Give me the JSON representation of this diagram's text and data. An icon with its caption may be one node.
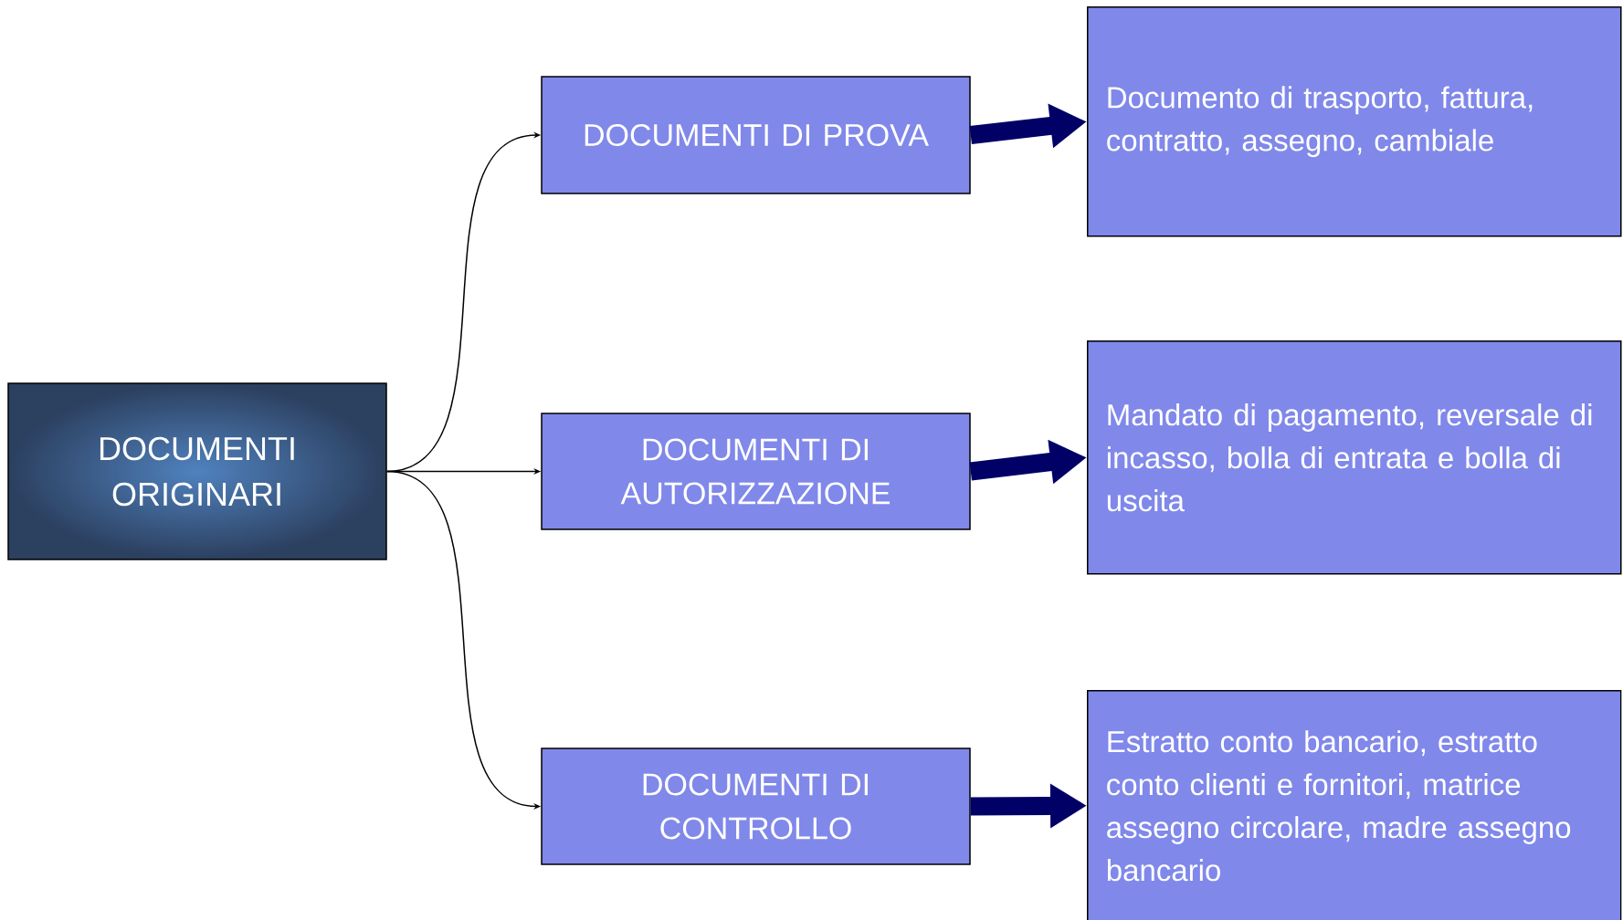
{
  "diagram": {
    "nodes": [
      {
        "text": [
          "DOCUMENTI ORIGINARI"
        ]
      },
      {
        "text": [
          "DOCUMENTI DI PROVA"
        ]
      },
      {
        "text": [
          "DOCUMENTI DI AUTORIZZAZIONE"
        ]
      },
      {
        "text": [
          "DOCUMENTI DI CONTROLLO"
        ]
      },
      {
        "text": [
          "Documento di trasporto, fattura, contratto, assegno, cambiale"
        ]
      },
      {
        "text": [
          "Mandato di pagamento, reversale di incasso, bolla di entrata e bolla di uscita"
        ]
      },
      {
        "text": [
          "Estratto conto bancario, estratto conto clienti e fornitori, matrice assegno circolare, madre assegno bancario"
        ]
      }
    ],
    "edges": [
      {
        "from": 0,
        "to": 1,
        "arrow": "to"
      },
      {
        "from": 0,
        "to": 2,
        "arrow": "to"
      },
      {
        "from": 0,
        "to": 3,
        "arrow": "to"
      },
      {
        "from": 1,
        "to": 4,
        "arrow": "to",
        "style": "thick",
        "color": "#000066"
      },
      {
        "from": 2,
        "to": 5,
        "arrow": "to",
        "style": "thick",
        "color": "#000066"
      },
      {
        "from": 3,
        "to": 6,
        "arrow": "to",
        "style": "thick",
        "color": "#000066"
      }
    ]
  }
}
